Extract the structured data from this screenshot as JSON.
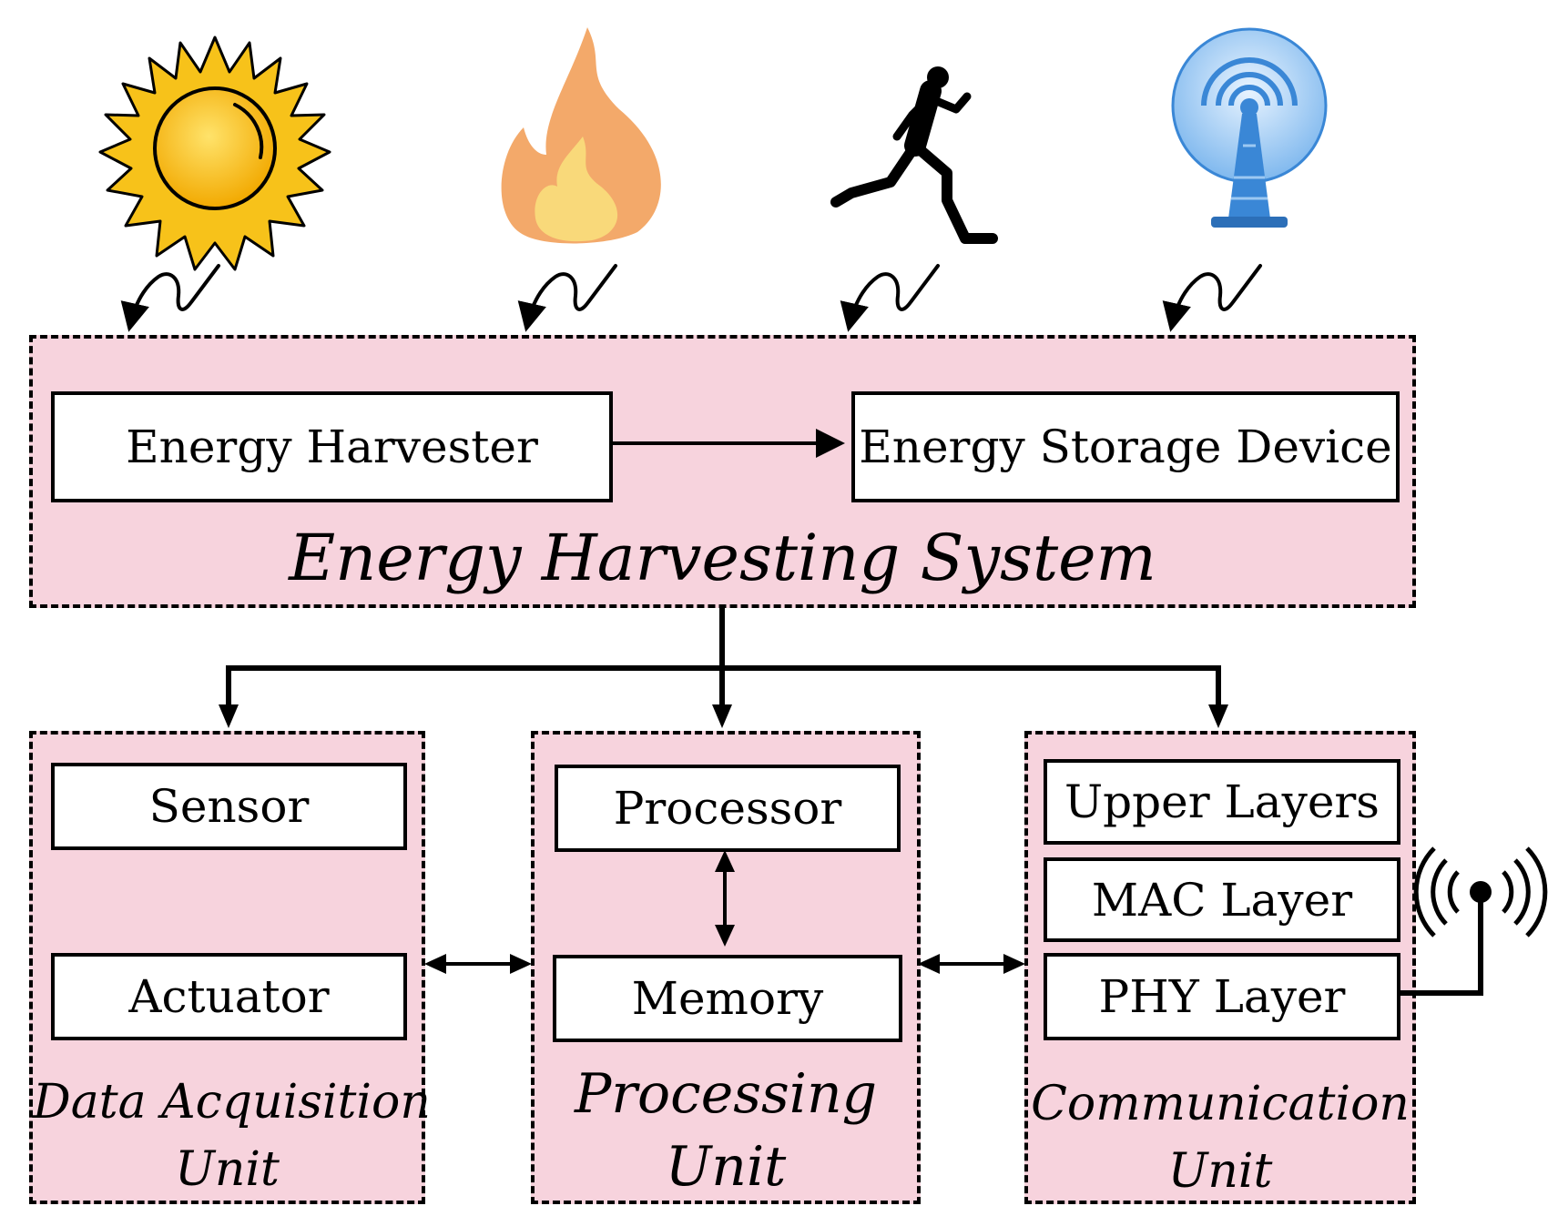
{
  "energy_sources": [
    {
      "name": "sun",
      "icon": "sun-icon"
    },
    {
      "name": "fire",
      "icon": "flame-icon"
    },
    {
      "name": "human-motion",
      "icon": "runner-icon"
    },
    {
      "name": "rf",
      "icon": "radio-tower-icon"
    }
  ],
  "energy_harvesting_system": {
    "title": "Energy Harvesting System",
    "harvester": "Energy Harvester",
    "storage": "Energy Storage Device"
  },
  "data_acquisition_unit": {
    "title_line1": "Data Acquisition",
    "title_line2": "Unit",
    "sensor": "Sensor",
    "actuator": "Actuator"
  },
  "processing_unit": {
    "title_line1": "Processing",
    "title_line2": "Unit",
    "processor": "Processor",
    "memory": "Memory"
  },
  "communication_unit": {
    "title_line1": "Communication",
    "title_line2": "Unit",
    "upper_layers": "Upper Layers",
    "mac_layer": "MAC Layer",
    "phy_layer": "PHY Layer"
  },
  "colors": {
    "region_fill": "#f7d3dd",
    "sun": "#f7c21a",
    "flame_outer": "#f3a96a",
    "flame_inner": "#f9d97a",
    "tower": "#3a87d6"
  }
}
